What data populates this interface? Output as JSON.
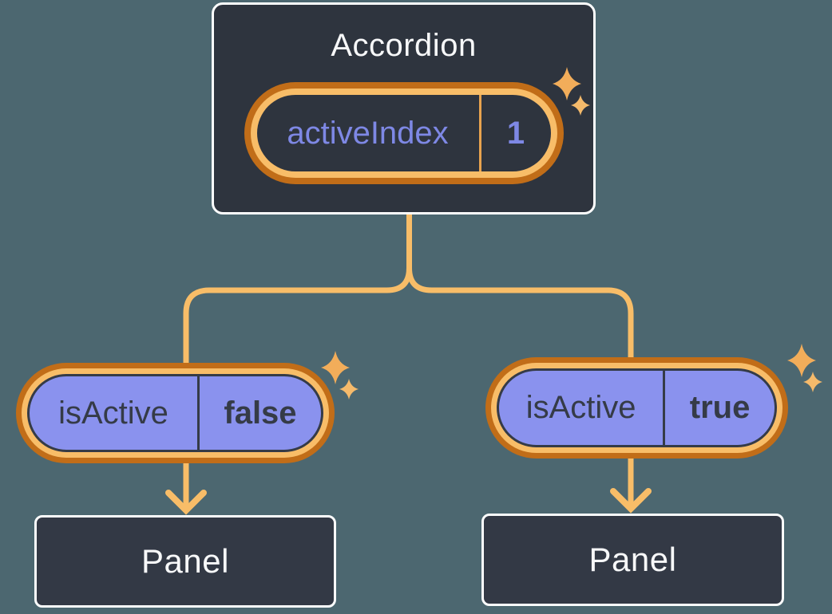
{
  "colors": {
    "background": "#4C6770",
    "box_fill": "#2E343E",
    "panel_fill": "#333945",
    "box_border": "#FCFDFD",
    "orange_dark": "#C16D18",
    "orange_light": "#F8BD68",
    "orange_divider": "#E8A34E",
    "purple_fill": "#8A92EE",
    "purple_text": "#7E88E5",
    "dark_text": "#353B47",
    "sparkle_big": "#F2AD5A",
    "sparkle_small": "#F5BA6B",
    "white_text": "#F7F8F9"
  },
  "accordion": {
    "title": "Accordion",
    "state": {
      "name": "activeIndex",
      "value": "1"
    }
  },
  "children": [
    {
      "prop_name": "isActive",
      "prop_value": "false",
      "panel_label": "Panel"
    },
    {
      "prop_name": "isActive",
      "prop_value": "true",
      "panel_label": "Panel"
    }
  ]
}
